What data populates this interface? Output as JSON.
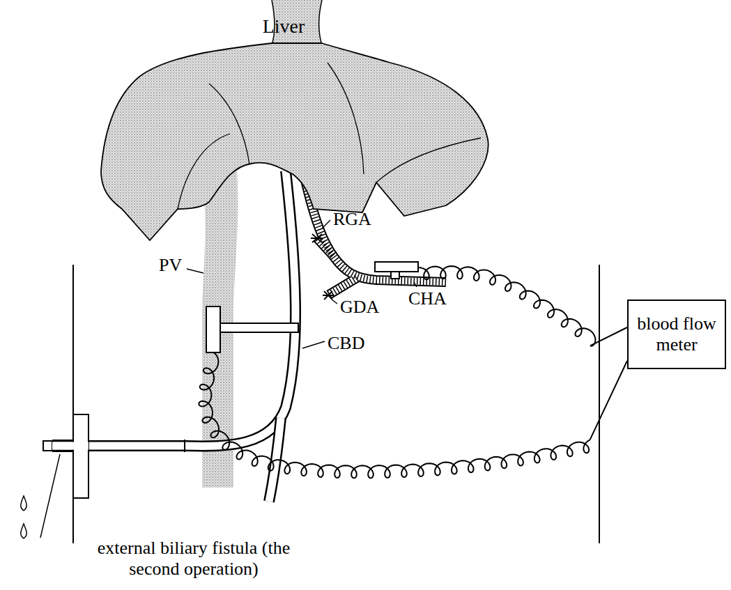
{
  "diagram": {
    "nodes": [
      {
        "text": [
          "Liver"
        ]
      },
      {
        "text": [
          "blood flow meter"
        ]
      }
    ],
    "labels": [
      "PV",
      "RGA",
      "GDA",
      "CHA",
      "CBD",
      "external biliary fistula (the second operation)"
    ]
  }
}
